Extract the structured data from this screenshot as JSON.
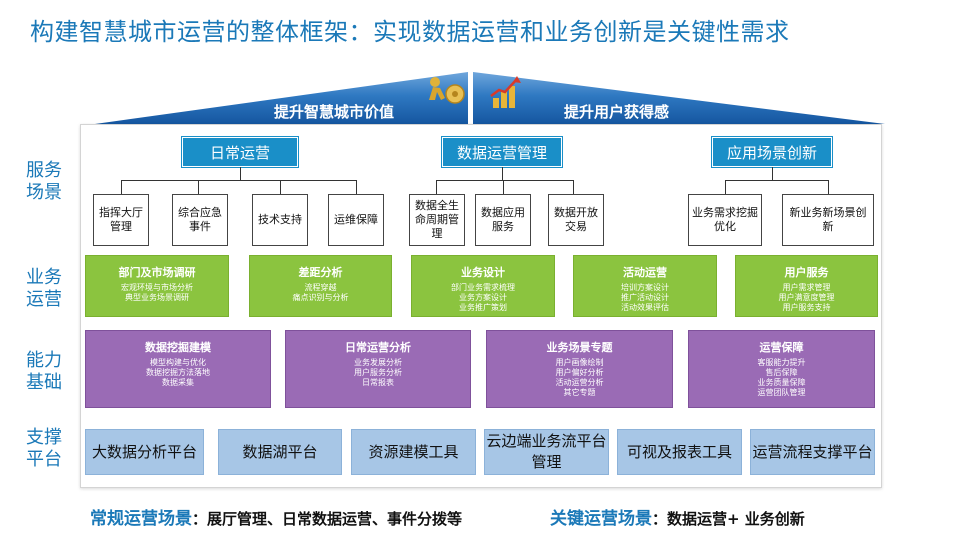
{
  "title": "构建智慧城市运营的整体框架：实现数据运营和业务创新是关键性需求",
  "roof": {
    "left_text": "提升智慧城市价值",
    "right_text": "提升用户获得感",
    "left_icon": "figure-pushing-gear-icon",
    "right_icon": "growth-chart-icon"
  },
  "row_labels": {
    "service": "服务场景",
    "business": "业务运营",
    "capability": "能力基础",
    "support": "支撑平台"
  },
  "service_groups": [
    {
      "head": "日常运营",
      "items": [
        "指挥大厅管理",
        "综合应急事件",
        "技术支持",
        "运维保障"
      ]
    },
    {
      "head": "数据运营管理",
      "items": [
        "数据全生命周期管理",
        "数据应用服务",
        "数据开放交易"
      ]
    },
    {
      "head": "应用场景创新",
      "items": [
        "业务需求挖掘优化",
        "新业务新场景创新"
      ]
    }
  ],
  "business_cards": [
    {
      "title": "部门及市场调研",
      "lines": [
        "宏观环境与市场分析",
        "典型业务场景调研"
      ]
    },
    {
      "title": "差距分析",
      "lines": [
        "流程穿越",
        "痛点识别与分析"
      ]
    },
    {
      "title": "业务设计",
      "lines": [
        "部门业务需求梳理",
        "业务方案设计",
        "业务推广策划"
      ]
    },
    {
      "title": "活动运营",
      "lines": [
        "培训方案设计",
        "推广活动设计",
        "活动效果评估"
      ]
    },
    {
      "title": "用户服务",
      "lines": [
        "用户需求管理",
        "用户满意度管理",
        "用户服务支持"
      ]
    }
  ],
  "capability_cards": [
    {
      "title": "数据挖掘建模",
      "lines": [
        "模型构建与优化",
        "数据挖掘方法落地",
        "数据采集"
      ]
    },
    {
      "title": "日常运营分析",
      "lines": [
        "业务发展分析",
        "用户服务分析",
        "日常报表"
      ]
    },
    {
      "title": "业务场景专题",
      "lines": [
        "用户画像绘制",
        "用户偏好分析",
        "活动运营分析",
        "其它专题"
      ]
    },
    {
      "title": "运营保障",
      "lines": [
        "客服能力提升",
        "售后保障",
        "业务质量保障",
        "运营团队管理"
      ]
    }
  ],
  "platforms": [
    "大数据分析平台",
    "数据湖平台",
    "资源建模工具",
    "云边端业务流平台管理",
    "可视及报表工具",
    "运营流程支撑平台"
  ],
  "footer": {
    "left_key": "常规运营场景",
    "left_value": "：展厅管理、日常数据运营、事件分拨等",
    "right_key": "关键运营场景",
    "right_value": "：数据运营+ 业务创新"
  },
  "colors": {
    "title": "#1b79b8",
    "roof": "#1c6bb4",
    "service_head": "#1a8fc8",
    "business": "#8bc43f",
    "capability": "#9a6bb5",
    "platform": "#a7c6e6"
  }
}
